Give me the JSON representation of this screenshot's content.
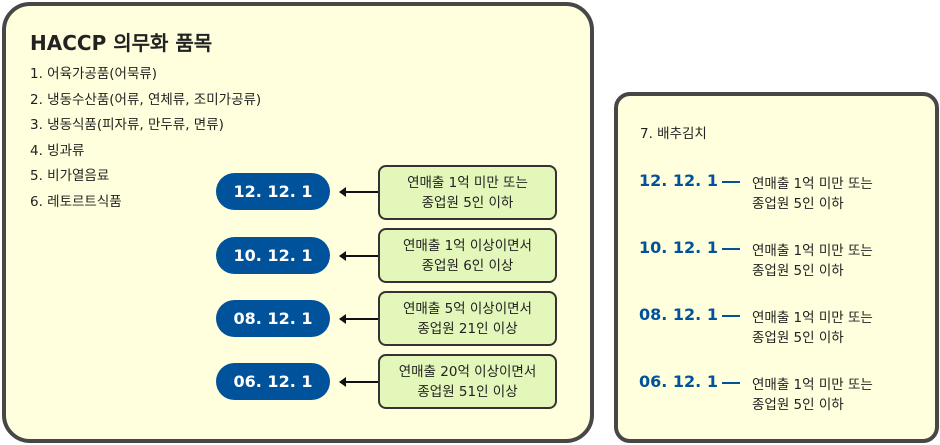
{
  "left": {
    "title": "HACCP 의무화 품목",
    "items": [
      "1. 어육가공품(어묵류)",
      "2. 냉동수산품(어류, 연체류, 조미가공류)",
      "3. 냉동식품(피자류, 만두류, 면류)",
      "4. 빙과류",
      "5. 비가열음료",
      "6. 레토르트식품"
    ],
    "timeline": [
      {
        "date": "12. 12. 1",
        "line1": "연매출 1억 미만 또는",
        "line2": "종업원 5인 이하"
      },
      {
        "date": "10. 12. 1",
        "line1": "연매출 1억 이상이면서",
        "line2": "종업원 6인 이상"
      },
      {
        "date": "08. 12. 1",
        "line1": "연매출 5억 이상이면서",
        "line2": "종업원 21인 이상"
      },
      {
        "date": "06. 12. 1",
        "line1": "연매출 20억 이상이면서",
        "line2": "종업원 51인 이상"
      }
    ]
  },
  "right": {
    "title": "7. 배추김치",
    "timeline": [
      {
        "date": "12. 12. 1",
        "line1": "연매출 1억 미만 또는",
        "line2": "종업원 5인 이하"
      },
      {
        "date": "10. 12. 1",
        "line1": "연매출 1억 미만 또는",
        "line2": "종업원 5인 이하"
      },
      {
        "date": "08. 12. 1",
        "line1": "연매출 1억 미만 또는",
        "line2": "종업원 5인 이하"
      },
      {
        "date": "06. 12. 1",
        "line1": "연매출 1억 미만 또는",
        "line2": "종업원 5인 이하"
      }
    ]
  },
  "colors": {
    "accent": "#00529b",
    "panel": "#ffffdd",
    "box": "#e2f7b9",
    "border": "#474747"
  }
}
